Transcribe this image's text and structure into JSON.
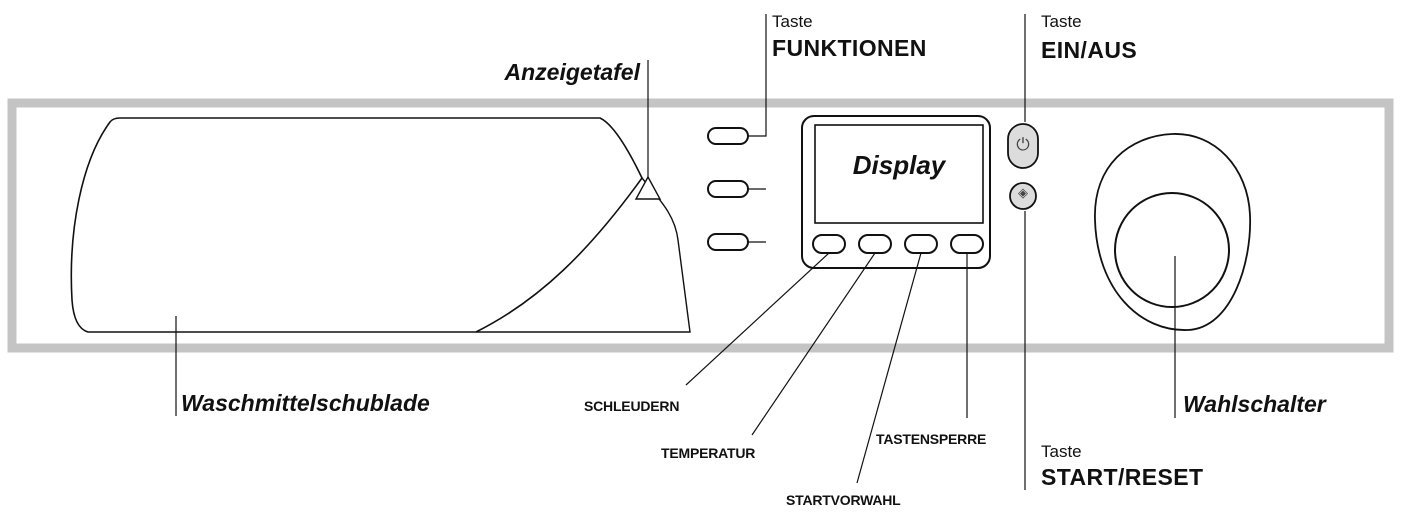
{
  "labels": {
    "anzeigetafel": "Anzeigetafel",
    "waschmittelschublade": "Waschmittelschublade",
    "wahlschalter": "Wahlschalter",
    "display": "Display",
    "funktionen": {
      "prefix": "Taste",
      "name": "FUNKTIONEN"
    },
    "ein_aus": {
      "prefix": "Taste",
      "name": "EIN/AUS"
    },
    "start_reset": {
      "prefix": "Taste",
      "name": "START/RESET"
    },
    "schleudern": "SCHLEUDERN",
    "temperatur": "TEMPERATUR",
    "startvorwahl": "STARTVORWAHL",
    "tastensperre": "TASTENSPERRE"
  },
  "icons": {
    "power": "power-icon",
    "start": "start-reset-icon"
  },
  "colors": {
    "panel_border": "#c4c4c4",
    "button_fill": "#dcdcdc",
    "line": "#111111"
  }
}
